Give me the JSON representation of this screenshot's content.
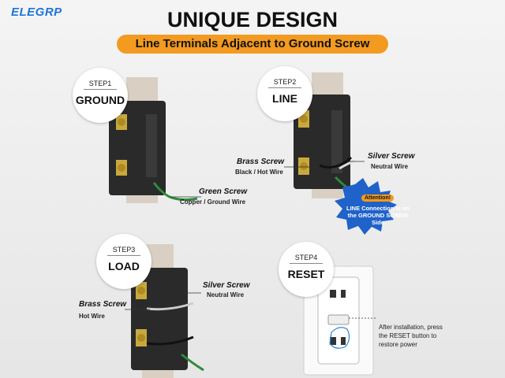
{
  "brand": {
    "logo": "ELEGRP"
  },
  "header": {
    "title": "UNIQUE DESIGN",
    "banner": "Line Terminals Adjacent to Ground Screw"
  },
  "steps": [
    {
      "step": "STEP1",
      "name": "GROUND"
    },
    {
      "step": "STEP2",
      "name": "LINE"
    },
    {
      "step": "STEP3",
      "name": "LOAD"
    },
    {
      "step": "STEP4",
      "name": "RESET"
    }
  ],
  "labels": {
    "green_screw": "Green Screw",
    "copper_ground_wire": "Copper / Ground Wire",
    "brass_screw": "Brass Screw",
    "black_hot_wire": "Black / Hot Wire",
    "silver_screw": "Silver Screw",
    "neutral_wire": "Neutral Wire",
    "hot_wire": "Hot Wire"
  },
  "attention": {
    "badge": "Attention!",
    "text": "LINE Connection is on the GROUND SCREW Side"
  },
  "reset_note": "After installation, press the RESET button to restore power",
  "colors": {
    "accent": "#f39a21",
    "brand": "#1d74d8",
    "attention_bg": "#1f62c9"
  }
}
